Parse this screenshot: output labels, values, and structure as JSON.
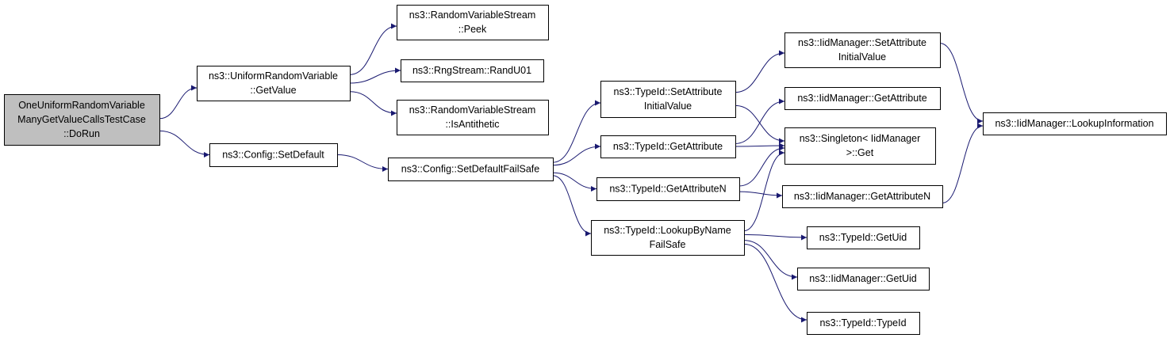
{
  "colors": {
    "node_fill": "#ffffff",
    "root_fill": "#bfbfbf",
    "edge": "#191970",
    "border": "#000000"
  },
  "nodes": [
    {
      "id": "root",
      "lines": [
        "OneUniformRandomVariable",
        "ManyGetValueCallsTestCase",
        "::DoRun"
      ],
      "root": true
    },
    {
      "id": "urv_getvalue",
      "lines": [
        "ns3::UniformRandomVariable",
        "::GetValue"
      ]
    },
    {
      "id": "config_setdefault",
      "lines": [
        "ns3::Config::SetDefault"
      ]
    },
    {
      "id": "rvs_peek",
      "lines": [
        "ns3::RandomVariableStream",
        "::Peek"
      ]
    },
    {
      "id": "rng_randu01",
      "lines": [
        "ns3::RngStream::RandU01"
      ]
    },
    {
      "id": "rvs_isantithetic",
      "lines": [
        "ns3::RandomVariableStream",
        "::IsAntithetic"
      ]
    },
    {
      "id": "config_setdefaultfailsafe",
      "lines": [
        "ns3::Config::SetDefaultFailSafe"
      ]
    },
    {
      "id": "typeid_setattributeinitialvalue",
      "lines": [
        "ns3::TypeId::SetAttribute",
        "InitialValue"
      ]
    },
    {
      "id": "typeid_getattribute",
      "lines": [
        "ns3::TypeId::GetAttribute"
      ]
    },
    {
      "id": "typeid_getattributen",
      "lines": [
        "ns3::TypeId::GetAttributeN"
      ]
    },
    {
      "id": "typeid_lookupbynamefailsafe",
      "lines": [
        "ns3::TypeId::LookupByName",
        "FailSafe"
      ]
    },
    {
      "id": "iid_setattributeinitialvalue",
      "lines": [
        "ns3::IidManager::SetAttribute",
        "InitialValue"
      ]
    },
    {
      "id": "iid_getattribute",
      "lines": [
        "ns3::IidManager::GetAttribute"
      ]
    },
    {
      "id": "singleton_get",
      "lines": [
        "ns3::Singleton< IidManager",
        " >::Get"
      ]
    },
    {
      "id": "iid_getattributen",
      "lines": [
        "ns3::IidManager::GetAttributeN"
      ]
    },
    {
      "id": "typeid_getuid",
      "lines": [
        "ns3::TypeId::GetUid"
      ]
    },
    {
      "id": "iid_getuid",
      "lines": [
        "ns3::IidManager::GetUid"
      ]
    },
    {
      "id": "typeid_typeid",
      "lines": [
        "ns3::TypeId::TypeId"
      ]
    },
    {
      "id": "iid_lookupinformation",
      "lines": [
        "ns3::IidManager::LookupInformation"
      ]
    }
  ],
  "edges": [
    {
      "from": "root",
      "to": "urv_getvalue"
    },
    {
      "from": "root",
      "to": "config_setdefault"
    },
    {
      "from": "urv_getvalue",
      "to": "rvs_peek"
    },
    {
      "from": "urv_getvalue",
      "to": "rng_randu01"
    },
    {
      "from": "urv_getvalue",
      "to": "rvs_isantithetic"
    },
    {
      "from": "config_setdefault",
      "to": "config_setdefaultfailsafe"
    },
    {
      "from": "config_setdefaultfailsafe",
      "to": "typeid_setattributeinitialvalue"
    },
    {
      "from": "config_setdefaultfailsafe",
      "to": "typeid_getattribute"
    },
    {
      "from": "config_setdefaultfailsafe",
      "to": "typeid_getattributen"
    },
    {
      "from": "config_setdefaultfailsafe",
      "to": "typeid_lookupbynamefailsafe"
    },
    {
      "from": "typeid_setattributeinitialvalue",
      "to": "iid_setattributeinitialvalue"
    },
    {
      "from": "typeid_setattributeinitialvalue",
      "to": "singleton_get"
    },
    {
      "from": "typeid_getattribute",
      "to": "iid_getattribute"
    },
    {
      "from": "typeid_getattribute",
      "to": "singleton_get"
    },
    {
      "from": "typeid_getattributen",
      "to": "singleton_get"
    },
    {
      "from": "typeid_getattributen",
      "to": "iid_getattributen"
    },
    {
      "from": "typeid_lookupbynamefailsafe",
      "to": "singleton_get"
    },
    {
      "from": "typeid_lookupbynamefailsafe",
      "to": "typeid_getuid"
    },
    {
      "from": "typeid_lookupbynamefailsafe",
      "to": "iid_getuid"
    },
    {
      "from": "typeid_lookupbynamefailsafe",
      "to": "typeid_typeid"
    },
    {
      "from": "iid_setattributeinitialvalue",
      "to": "iid_lookupinformation"
    },
    {
      "from": "iid_getattributen",
      "to": "iid_lookupinformation"
    }
  ]
}
